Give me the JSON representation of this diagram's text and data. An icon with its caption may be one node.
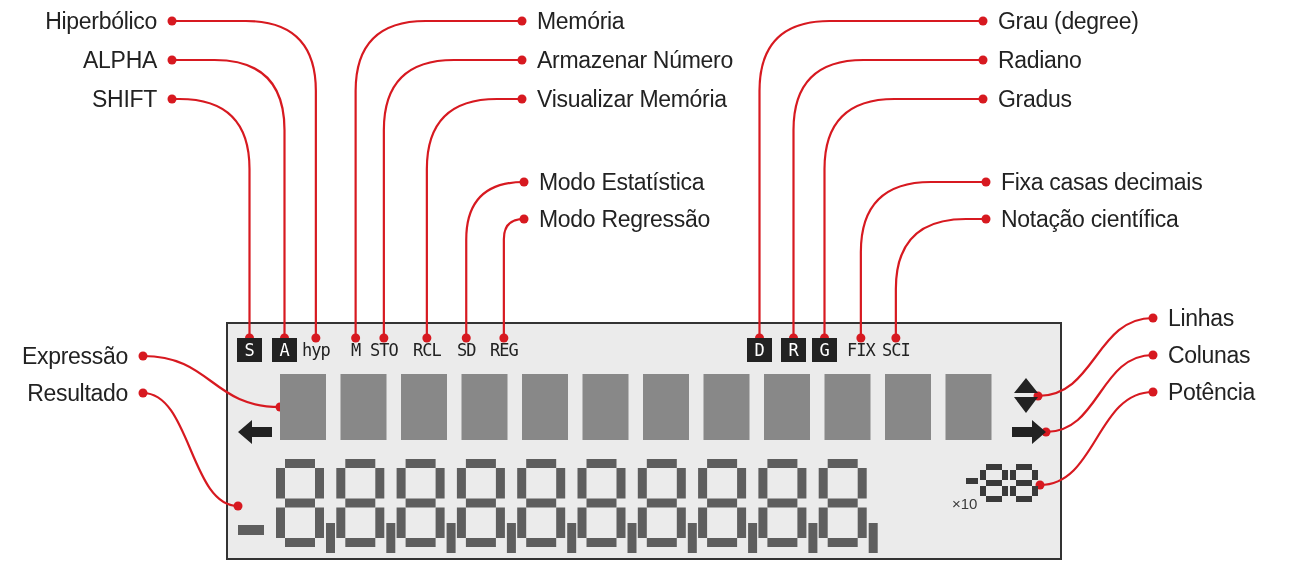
{
  "diagram": {
    "nodes": [
      {
        "text": [
          "Hiperbólico"
        ]
      },
      {
        "text": [
          "ALPHA"
        ]
      },
      {
        "text": [
          "SHIFT"
        ]
      },
      {
        "text": [
          "Memória"
        ]
      },
      {
        "text": [
          "Armazenar Número"
        ]
      },
      {
        "text": [
          "Visualizar Memória"
        ]
      },
      {
        "text": [
          "Grau (degree)"
        ]
      },
      {
        "text": [
          "Radiano"
        ]
      },
      {
        "text": [
          "Gradus"
        ]
      },
      {
        "text": [
          "Modo Estatística"
        ]
      },
      {
        "text": [
          "Modo Regressão"
        ]
      },
      {
        "text": [
          "Fixa casas decimais"
        ]
      },
      {
        "text": [
          "Notação científica"
        ]
      },
      {
        "text": [
          "Expressão"
        ]
      },
      {
        "text": [
          "Resultado"
        ]
      },
      {
        "text": [
          "Linhas"
        ]
      },
      {
        "text": [
          "Colunas"
        ]
      },
      {
        "text": [
          "Potência"
        ]
      },
      {
        "text": [],
        "shape": "box"
      },
      {
        "text": [
          "S"
        ],
        "in": 18
      },
      {
        "text": [
          "A"
        ],
        "in": 18
      },
      {
        "text": [
          "hyp"
        ],
        "in": 18
      },
      {
        "text": [
          "M"
        ],
        "in": 18
      },
      {
        "text": [
          "STO"
        ],
        "in": 18
      },
      {
        "text": [
          "RCL"
        ],
        "in": 18
      },
      {
        "text": [
          "SD"
        ],
        "in": 18
      },
      {
        "text": [
          "REG"
        ],
        "in": 18
      },
      {
        "text": [
          "D"
        ],
        "in": 18
      },
      {
        "text": [
          "R"
        ],
        "in": 18
      },
      {
        "text": [
          "G"
        ],
        "in": 18
      },
      {
        "text": [
          "FIX"
        ],
        "in": 18
      },
      {
        "text": [
          "SCI"
        ],
        "in": 18
      },
      {
        "text": [],
        "shape": "triangle",
        "in": 18
      },
      {
        "text": [],
        "shape": "bar",
        "in": 18
      },
      {
        "text": [],
        "shape": "arrow",
        "in": 18
      },
      {
        "text": [],
        "shape": "digits",
        "in": 18
      },
      {
        "text": [],
        "shape": "digits",
        "in": 18
      },
      {
        "text": [],
        "shape": "arrow",
        "in": 18
      }
    ],
    "edges": [
      {
        "from": 0,
        "to": 21,
        "arrow": "other"
      },
      {
        "from": 1,
        "to": 20,
        "arrow": "other"
      },
      {
        "from": 2,
        "to": 19,
        "arrow": "other"
      },
      {
        "from": 3,
        "to": 22,
        "arrow": "other"
      },
      {
        "from": 4,
        "to": 23,
        "arrow": "other"
      },
      {
        "from": 5,
        "to": 24,
        "arrow": "other"
      },
      {
        "from": 6,
        "to": 27,
        "arrow": "other"
      },
      {
        "from": 7,
        "to": 28,
        "arrow": "other"
      },
      {
        "from": 8,
        "to": 29,
        "arrow": "other"
      },
      {
        "from": 9,
        "to": 25,
        "arrow": "other"
      },
      {
        "from": 10,
        "to": 26,
        "arrow": "other"
      },
      {
        "from": 11,
        "to": 30,
        "arrow": "other"
      },
      {
        "from": 12,
        "to": 31,
        "arrow": "other"
      },
      {
        "from": 13,
        "to": 33,
        "arrow": "other"
      },
      {
        "from": 14,
        "to": 35,
        "arrow": "other"
      },
      {
        "from": 15,
        "to": 32,
        "arrow": "other"
      },
      {
        "from": 16,
        "to": 37,
        "arrow": "other"
      },
      {
        "from": 17,
        "to": 36,
        "arrow": "other"
      }
    ],
    "labels": [
      "×10"
    ]
  }
}
